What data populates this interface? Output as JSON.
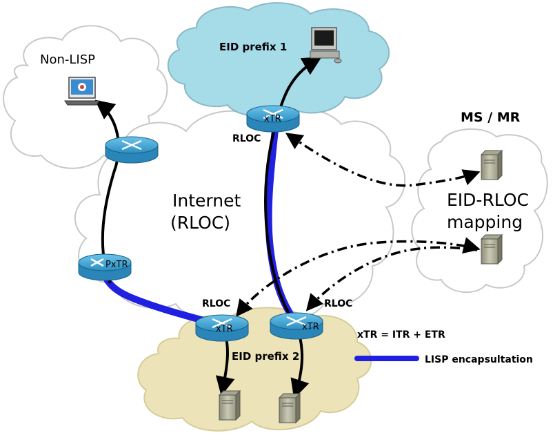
{
  "clouds": {
    "non_lisp": {
      "label": "Non-LISP"
    },
    "eid_prefix_1": {
      "label": "EID prefix 1"
    },
    "internet": {
      "label_line1": "Internet",
      "label_line2": "(RLOC)"
    },
    "eid_prefix_2": {
      "label": "EID prefix 2"
    },
    "ms_mr": {
      "title": "MS / MR",
      "label_line1": "EID-RLOC",
      "label_line2": "mapping"
    }
  },
  "routers": {
    "xtr_top": {
      "label": "xTR",
      "rloc": "RLOC"
    },
    "pxtr": {
      "label": "PxTR"
    },
    "xtr_bottom_left": {
      "label": "xTR",
      "rloc": "RLOC"
    },
    "xtr_bottom_right": {
      "label": "xTR",
      "rloc": "RLOC"
    }
  },
  "legend": {
    "xtr_definition": "xTR = ITR + ETR",
    "encapsulation": "LISP encapsultation"
  },
  "colors": {
    "non_lisp_cloud": "#ffffff",
    "internet_cloud": "#ffffff",
    "eid1_cloud": "#a6dbe8",
    "eid2_cloud": "#ede3b8",
    "router": "#3a9ed0",
    "lisp_path": "#2020e0",
    "arrow": "#000000"
  },
  "icons": {
    "workstation": "computer-icon",
    "server": "server-icon",
    "router": "router-icon",
    "laptop": "laptop-icon"
  }
}
